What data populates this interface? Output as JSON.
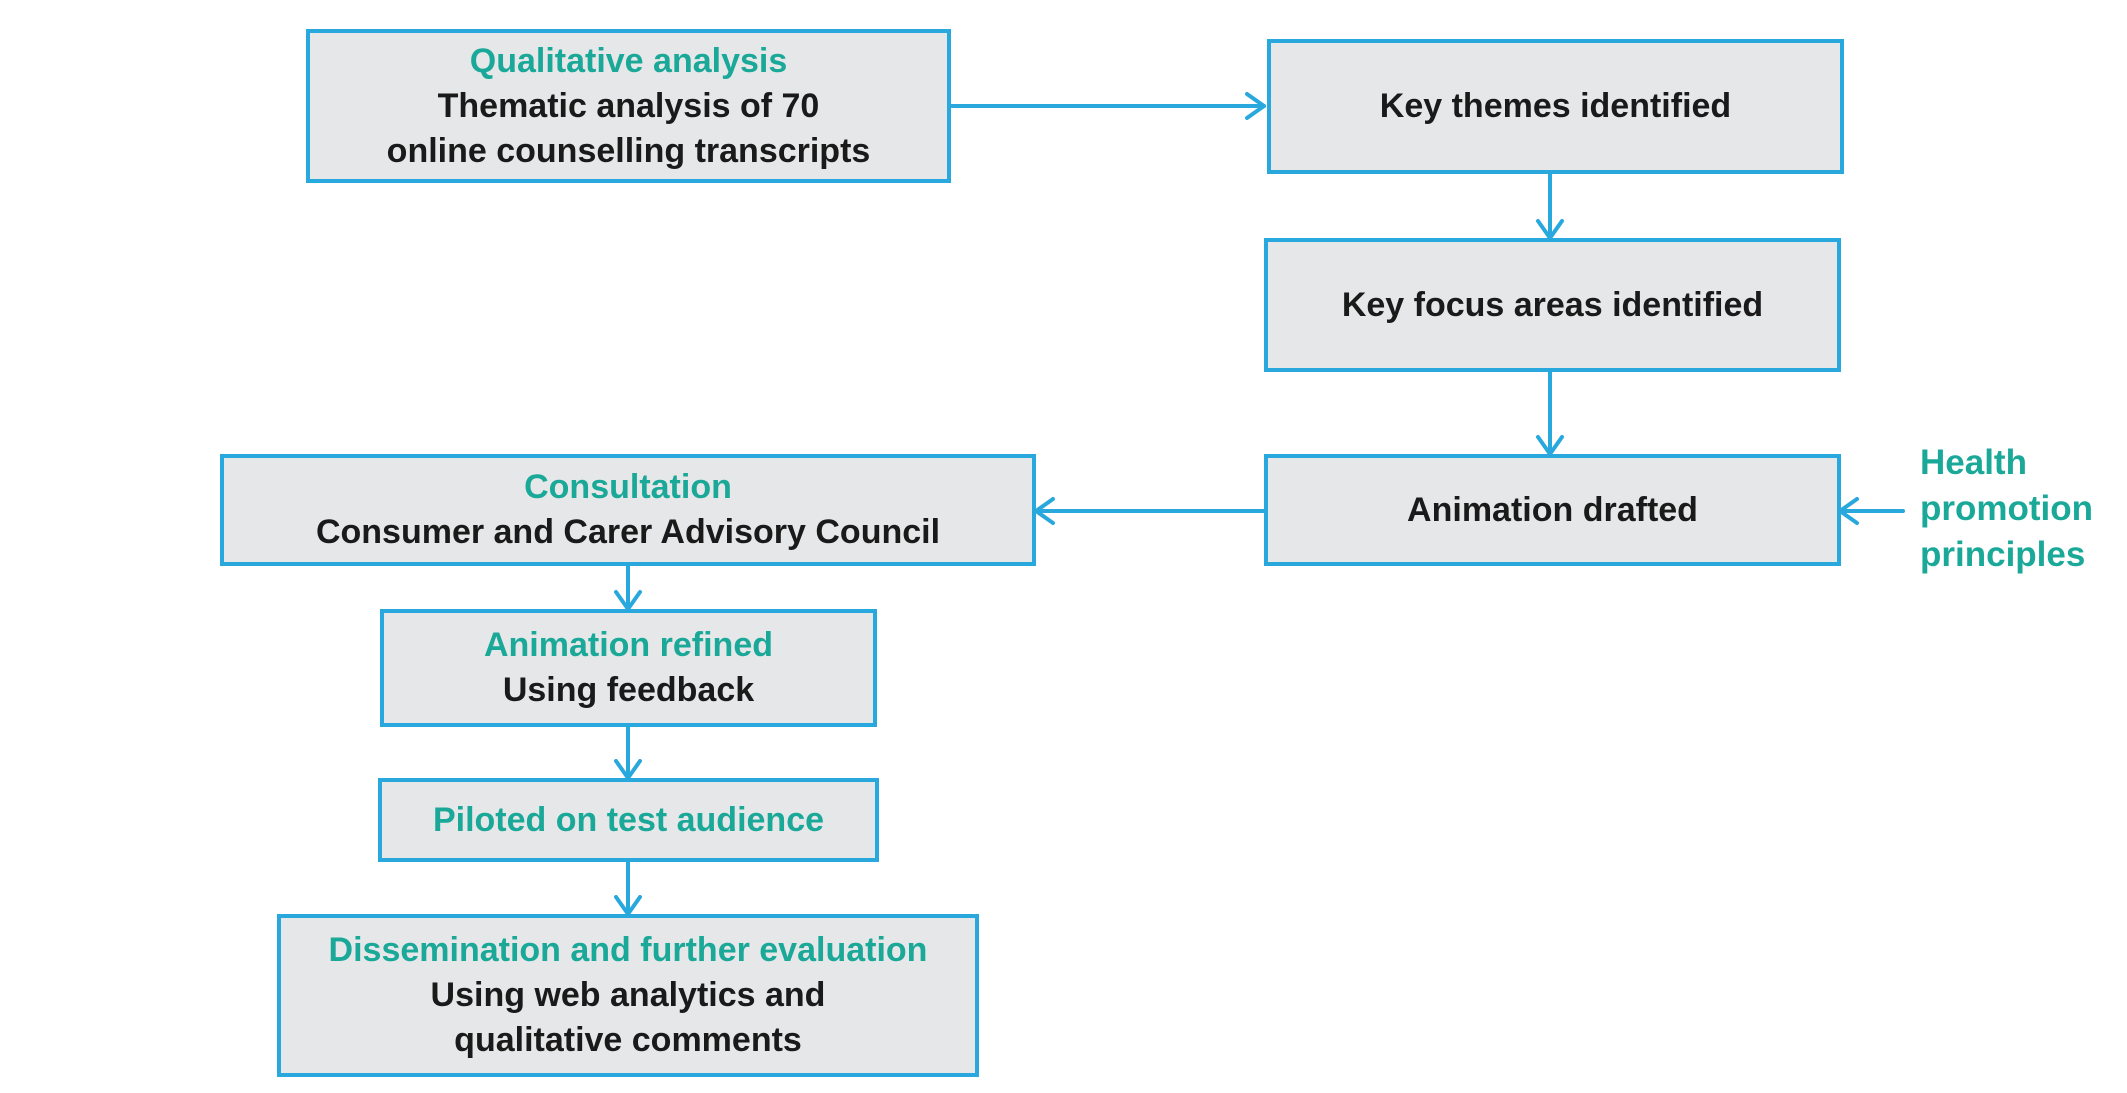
{
  "diagram": {
    "colors": {
      "stroke": "#29a8dd",
      "box_fill": "#e6e7e8",
      "heading": "#1aa898",
      "text": "#1a1a1a"
    },
    "boxes": {
      "qualitative": {
        "heading": "Qualitative analysis",
        "line1": "Thematic analysis of 70",
        "line2": "online counselling transcripts"
      },
      "themes": {
        "line1": "Key themes identified"
      },
      "focus": {
        "line1": "Key focus areas identified"
      },
      "drafted": {
        "line1": "Animation drafted"
      },
      "consultation": {
        "heading": "Consultation",
        "line1": "Consumer and Carer Advisory Council"
      },
      "refined": {
        "heading": "Animation refined",
        "line1": "Using feedback"
      },
      "piloted": {
        "heading": "Piloted on test audience"
      },
      "dissemination": {
        "heading": "Dissemination and further evaluation",
        "line1": "Using web analytics and",
        "line2": "qualitative comments"
      }
    },
    "side_note": {
      "line1": "Health",
      "line2": "promotion",
      "line3": "principles"
    }
  }
}
